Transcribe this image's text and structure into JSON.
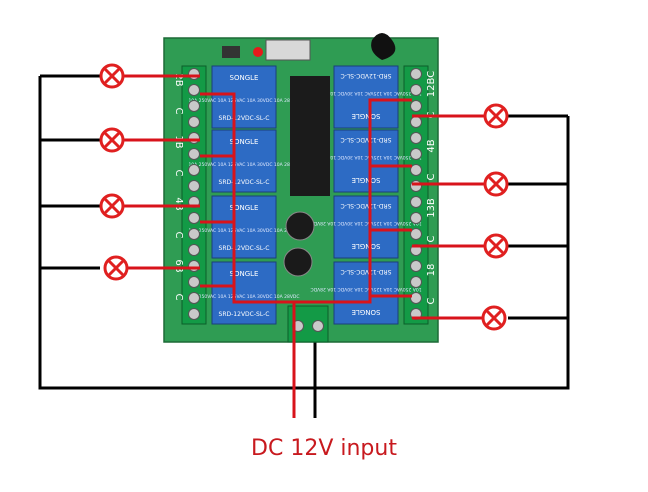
{
  "diagram": {
    "caption": "DC 12V input",
    "board": {
      "left_channel_labels": [
        "2B",
        "C",
        "1B",
        "C",
        "4B",
        "C",
        "6B",
        "C"
      ],
      "right_channel_labels": [
        "12BC",
        "C",
        "4B",
        "C",
        "13B",
        "C",
        "18",
        "C"
      ],
      "relays": [
        {
          "brand": "SONGLE",
          "model": "SRD-12VDC-SL-C",
          "rating": "10A 250VAC 10A 125VAC 10A 30VDC 10A 28VDC"
        },
        {
          "brand": "SONGLE",
          "model": "SRD-12VDC-SL-C",
          "rating": "10A 250VAC 10A 125VAC 10A 30VDC 10A 28VDC"
        },
        {
          "brand": "SONGLE",
          "model": "SRD-12VDC-SL-C",
          "rating": "10A 250VAC 10A 125VAC 10A 30VDC 10A 28VDC"
        },
        {
          "brand": "SONGLE",
          "model": "SRD-12VDC-SL-C",
          "rating": "10A 250VAC 10A 125VAC 10A 30VDC 10A 28VDC"
        },
        {
          "brand": "SONGLE",
          "model": "SRD-12VDC-SL-C",
          "rating": "10A 250VAC 10A 125VAC 10A 30VDC 10A 28VDC"
        },
        {
          "brand": "SONGLE",
          "model": "SRD-12VDC-SL-C",
          "rating": "10A 250VAC 10A 125VAC 10A 30VDC 10A 28VDC"
        },
        {
          "brand": "SONGLE",
          "model": "SRD-12VDC-SL-C",
          "rating": "10A 250VAC 10A 125VAC 10A 30VDC 10A 28VDC"
        },
        {
          "brand": "SONGLE",
          "model": "SRD-12VDC-SL-C",
          "rating": "10A 250VAC 10A 125VAC 10A 30VDC 10A 28VDC"
        }
      ]
    },
    "lamp_count": 8,
    "colors": {
      "power_positive": "#d8131b",
      "power_negative": "#000000",
      "board_green": "#2f9c53",
      "relay_blue": "#2d6bc4",
      "lamp_red": "#e02020"
    }
  }
}
